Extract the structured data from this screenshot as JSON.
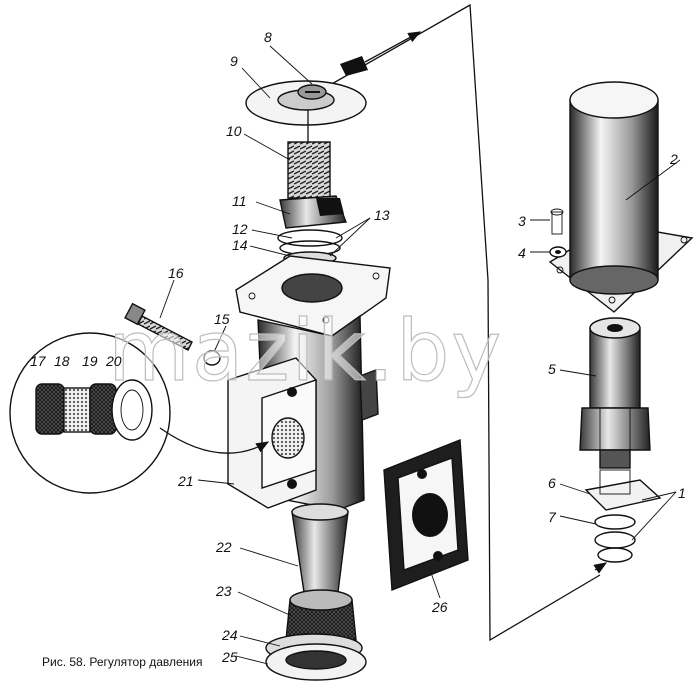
{
  "caption": "Рис. 58. Регулятор давления",
  "watermark": "mazik.by",
  "labels": [
    "1",
    "2",
    "3",
    "4",
    "5",
    "6",
    "7",
    "8",
    "9",
    "10",
    "11",
    "12",
    "13",
    "14",
    "15",
    "16",
    "17",
    "18",
    "19",
    "20",
    "21",
    "22",
    "23",
    "24",
    "25",
    "26"
  ]
}
